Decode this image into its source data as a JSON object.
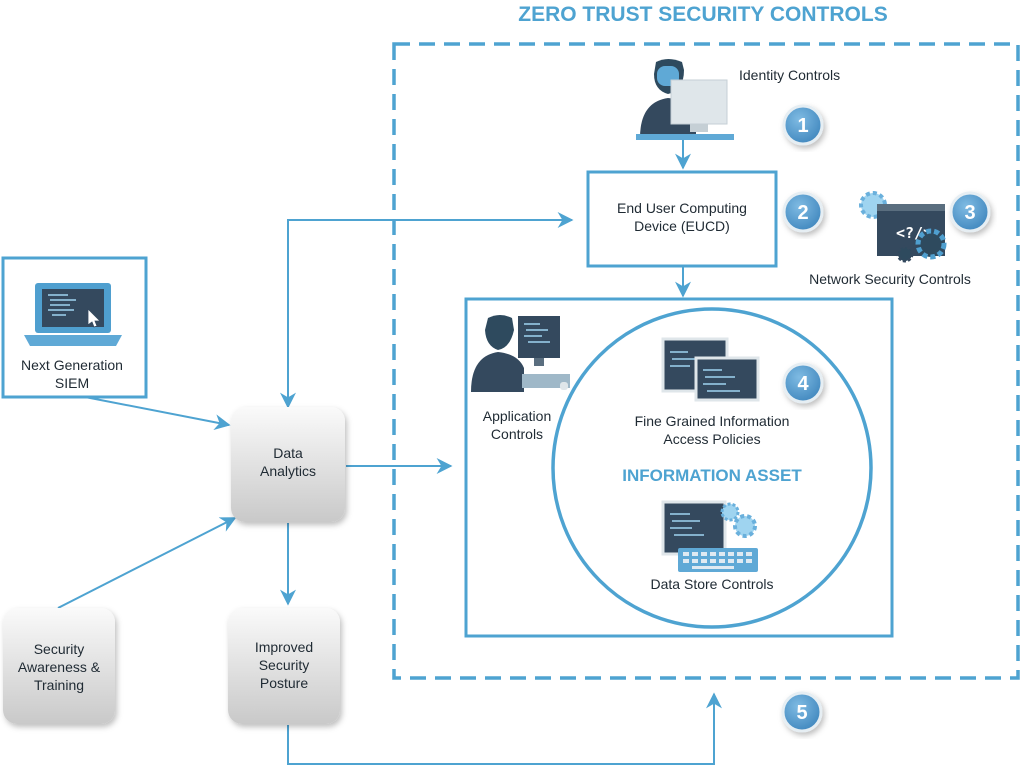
{
  "title": "ZERO TRUST SECURITY CONTROLS",
  "colors": {
    "accent": "#4ea3d1",
    "badge_fill": "#5a9fd0",
    "gray_box_light": "#f2f2f2",
    "gray_box_dark": "#c8c8c8",
    "text": "#1f2a33"
  },
  "nodes": {
    "siem": {
      "label_line1": "Next Generation",
      "label_line2": "SIEM",
      "icon": "laptop-icon"
    },
    "analytics": {
      "label_line1": "Data",
      "label_line2": "Analytics"
    },
    "awareness": {
      "label_line1": "Security",
      "label_line2": "Awareness &",
      "label_line3": "Training"
    },
    "posture": {
      "label_line1": "Improved",
      "label_line2": "Security",
      "label_line3": "Posture"
    },
    "identity": {
      "label": "Identity Controls",
      "icon": "user-computer-icon"
    },
    "eucd": {
      "label_line1": "End User Computing",
      "label_line2": "Device (EUCD)"
    },
    "network": {
      "label": "Network Security Controls",
      "icon": "code-window-gears-icon"
    },
    "application": {
      "label_line1": "Application",
      "label_line2": "Controls",
      "icon": "user-computer-icon"
    },
    "fine_grained": {
      "label_line1": "Fine Grained Information",
      "label_line2": "Access Policies",
      "icon": "code-windows-icon"
    },
    "info_asset": {
      "label": "INFORMATION ASSET"
    },
    "data_store": {
      "label": "Data Store Controls",
      "icon": "database-keyboard-gears-icon"
    }
  },
  "badges": [
    "1",
    "2",
    "3",
    "4",
    "5"
  ]
}
